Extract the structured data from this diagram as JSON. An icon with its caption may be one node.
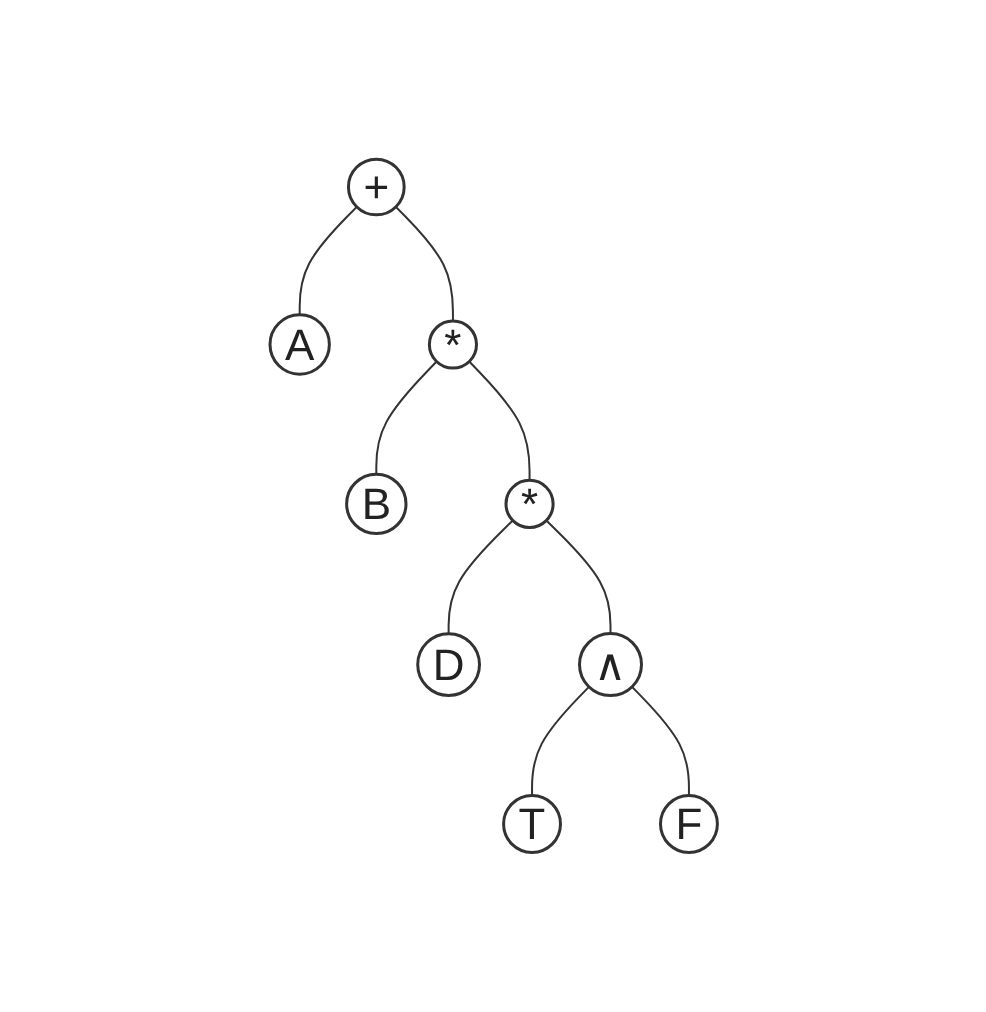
{
  "diagram": {
    "nodes": [
      {
        "text": [
          "+"
        ]
      },
      {
        "text": [
          "A"
        ]
      },
      {
        "text": [
          "*"
        ]
      },
      {
        "text": [
          "B"
        ]
      },
      {
        "text": [
          "*"
        ]
      },
      {
        "text": [
          "D"
        ]
      },
      {
        "text": [
          "∧"
        ]
      },
      {
        "text": [
          "T"
        ]
      },
      {
        "text": [
          "F"
        ]
      }
    ],
    "edges": [
      {
        "from": 0,
        "to": 1,
        "arrow": "none"
      },
      {
        "from": 0,
        "to": 2,
        "arrow": "none"
      },
      {
        "from": 2,
        "to": 3,
        "arrow": "none"
      },
      {
        "from": 2,
        "to": 4,
        "arrow": "none"
      },
      {
        "from": 4,
        "to": 5,
        "arrow": "none"
      },
      {
        "from": 4,
        "to": 6,
        "arrow": "none"
      },
      {
        "from": 6,
        "to": 7,
        "arrow": "none"
      },
      {
        "from": 6,
        "to": 8,
        "arrow": "none"
      }
    ]
  }
}
